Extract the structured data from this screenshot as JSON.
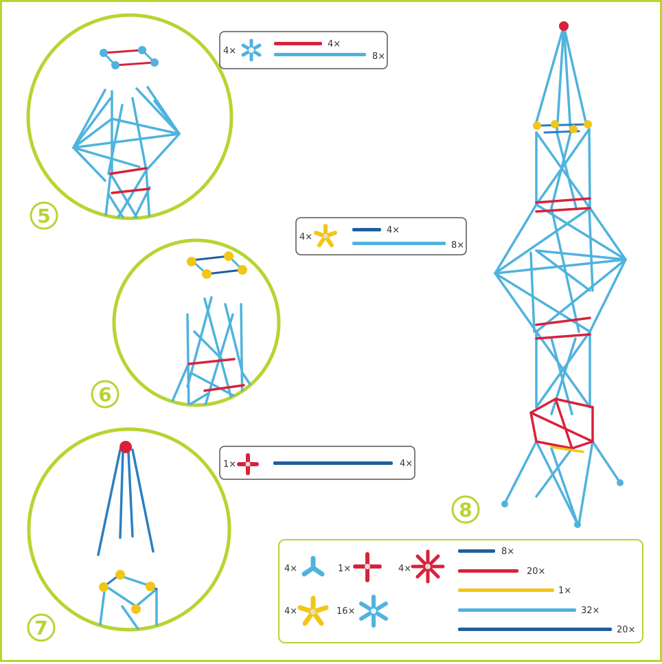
{
  "colors": {
    "frame": "#b8d432",
    "light_blue": "#4fb3dd",
    "dark_blue": "#1f5f9e",
    "red": "#d9213b",
    "yellow": "#f2c618",
    "label_border": "#555555"
  },
  "steps": [
    {
      "number": "5",
      "parts": [
        {
          "icon": "star6-light-blue-connector-icon",
          "qty": "4×"
        },
        {
          "icon": "red-rod-icon",
          "qty": "4×"
        },
        {
          "icon": "light-blue-rod-icon",
          "qty": "8×"
        }
      ]
    },
    {
      "number": "6",
      "parts": [
        {
          "icon": "yellow-5-way-connector-icon",
          "qty": "4×"
        },
        {
          "icon": "dark-blue-rod-icon",
          "qty": "4×"
        },
        {
          "icon": "light-blue-rod-icon",
          "qty": "8×"
        }
      ]
    },
    {
      "number": "7",
      "parts": [
        {
          "icon": "red-cross-connector-icon",
          "qty": "1×"
        },
        {
          "icon": "dark-blue-rod-icon",
          "qty": "4×"
        }
      ]
    },
    {
      "number": "8"
    }
  ],
  "inventory": {
    "connectors": [
      {
        "icon": "light-blue-3-way-connector-icon",
        "qty": "4×"
      },
      {
        "icon": "red-cross-connector-icon",
        "qty": "1×"
      },
      {
        "icon": "red-8-way-connector-icon",
        "qty": "4×"
      },
      {
        "icon": "yellow-5-way-connector-icon",
        "qty": "4×"
      },
      {
        "icon": "light-blue-6-way-connector-icon",
        "qty": "16×"
      }
    ],
    "rods": [
      {
        "icon": "dark-blue-short-rod-icon",
        "qty": "8×"
      },
      {
        "icon": "red-rod-icon",
        "qty": "20×"
      },
      {
        "icon": "yellow-rod-icon",
        "qty": "1×"
      },
      {
        "icon": "light-blue-rod-icon",
        "qty": "32×"
      },
      {
        "icon": "dark-blue-long-rod-icon",
        "qty": "20×"
      }
    ]
  }
}
